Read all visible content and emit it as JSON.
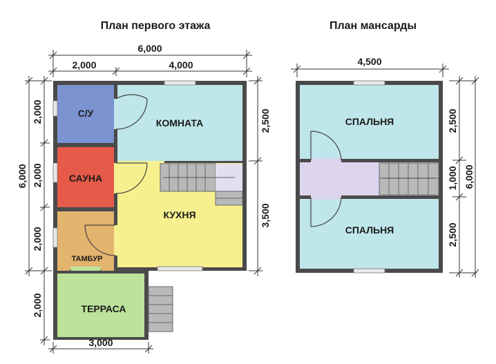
{
  "titles": {
    "ground": "План первого этажа",
    "attic": "План мансарды"
  },
  "ground_floor": {
    "rooms": {
      "bathroom": "С/У",
      "room": "КОМНАТА",
      "sauna": "САУНА",
      "kitchen": "КУХНЯ",
      "vestibule": "ТАМБУР",
      "terrace": "ТЕРРАСА"
    },
    "dimensions": {
      "top_total": "6,000",
      "top_left": "2,000",
      "top_right": "4,000",
      "left_total": "6,000",
      "left_1": "2,000",
      "left_2": "2,000",
      "left_3": "2,000",
      "left_terrace": "2,000",
      "right_1": "2,500",
      "right_2": "3,500",
      "bottom_terrace": "3,000"
    }
  },
  "attic": {
    "rooms": {
      "bedroom_top": "СПАЛЬНЯ",
      "bedroom_bottom": "СПАЛЬНЯ"
    },
    "dimensions": {
      "top_total": "4,500",
      "right_1": "2,500",
      "right_2": "1,000",
      "right_3": "2,500",
      "right_total": "6,000"
    }
  },
  "colors": {
    "bathroom": "#7b93d0",
    "room": "#bfe6ea",
    "sauna": "#e65a49",
    "kitchen": "#f6f08f",
    "vestibule": "#e3b46d",
    "terrace": "#bde29a",
    "corridor": "#ddd5ee",
    "wall": "#4a4a4a"
  }
}
